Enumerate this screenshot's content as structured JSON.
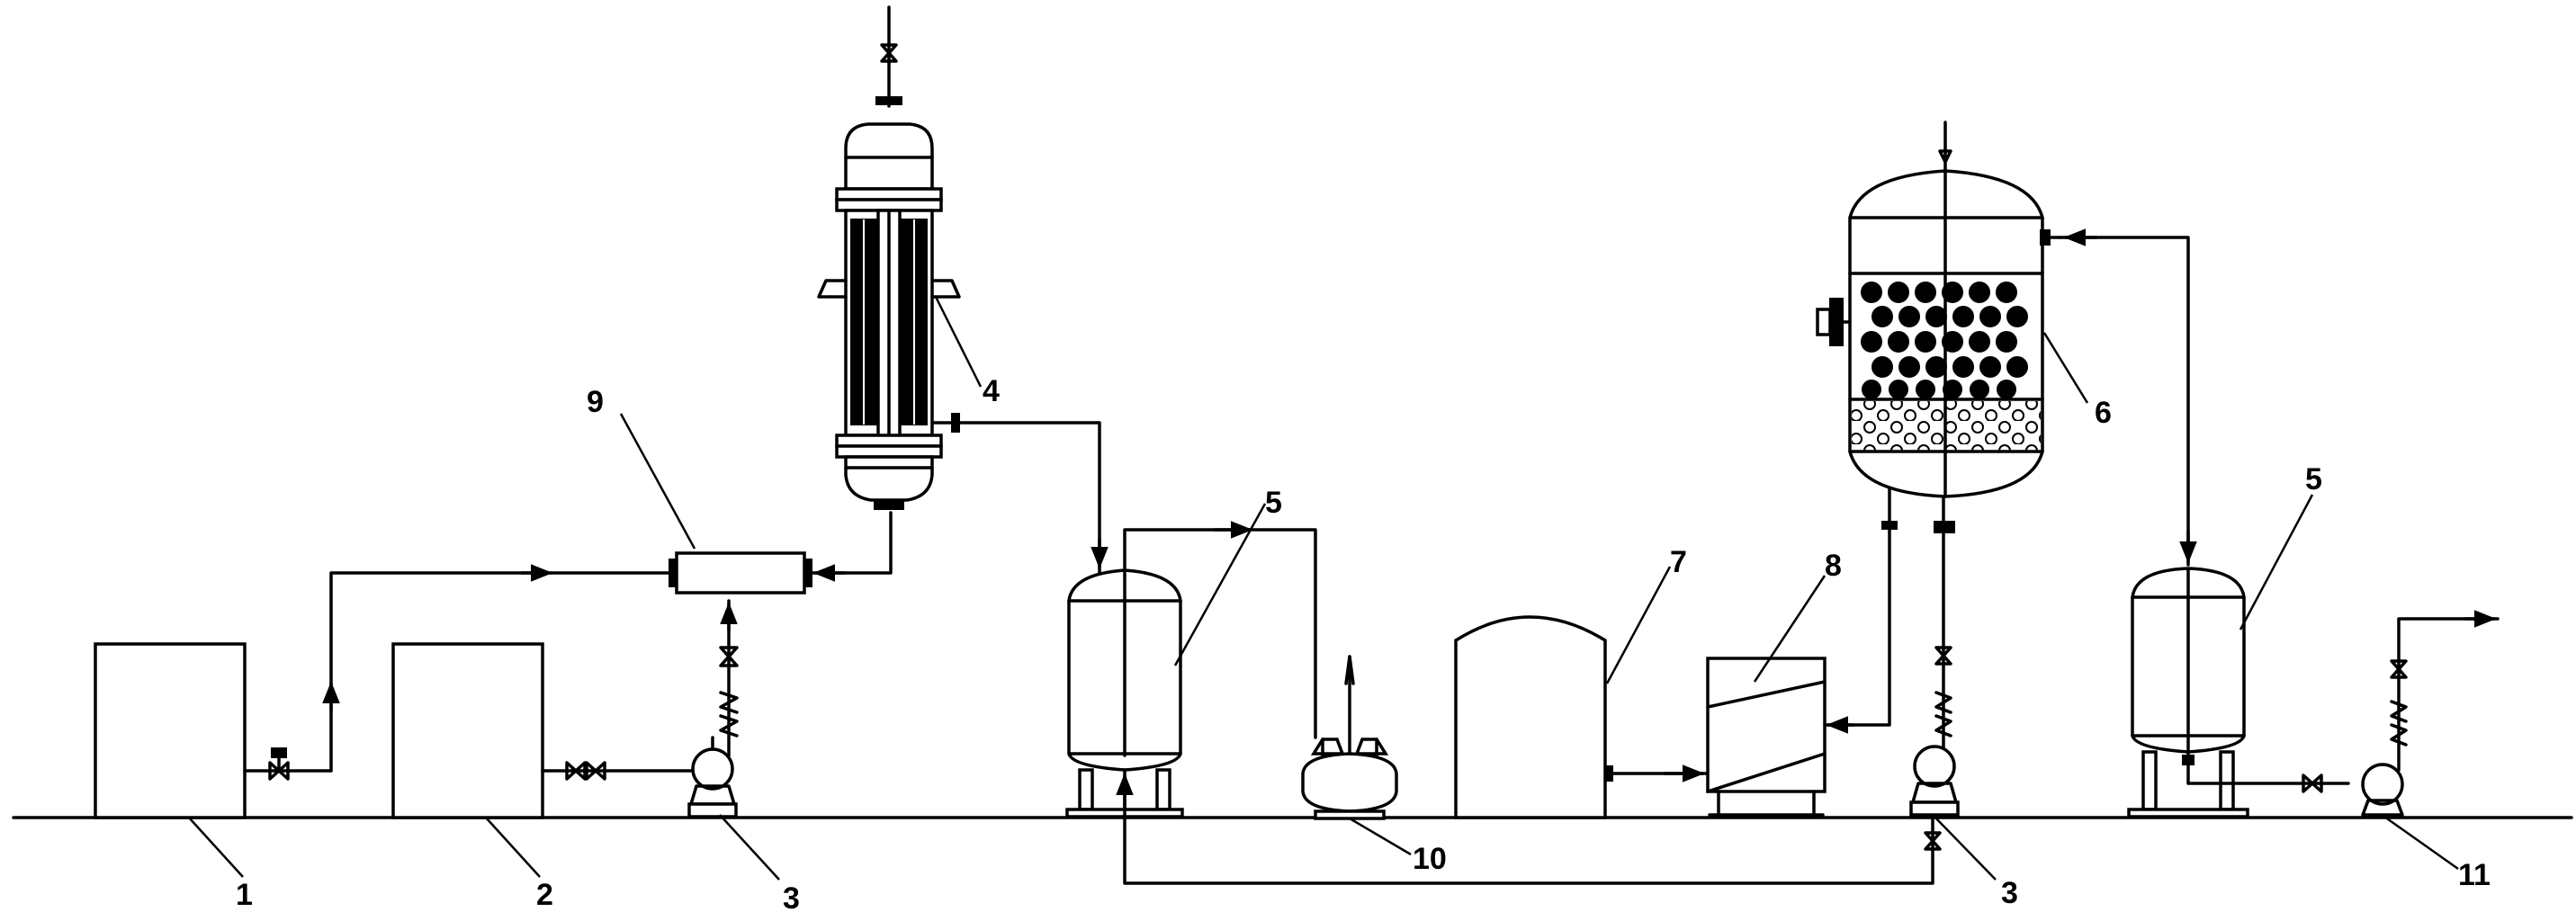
{
  "labels": {
    "l1": "1",
    "l2": "2",
    "l3a": "3",
    "l3b": "3",
    "l4": "4",
    "l5a": "5",
    "l5b": "5",
    "l6": "6",
    "l7": "7",
    "l8": "8",
    "l9": "9",
    "l10": "10",
    "l11": "11"
  }
}
